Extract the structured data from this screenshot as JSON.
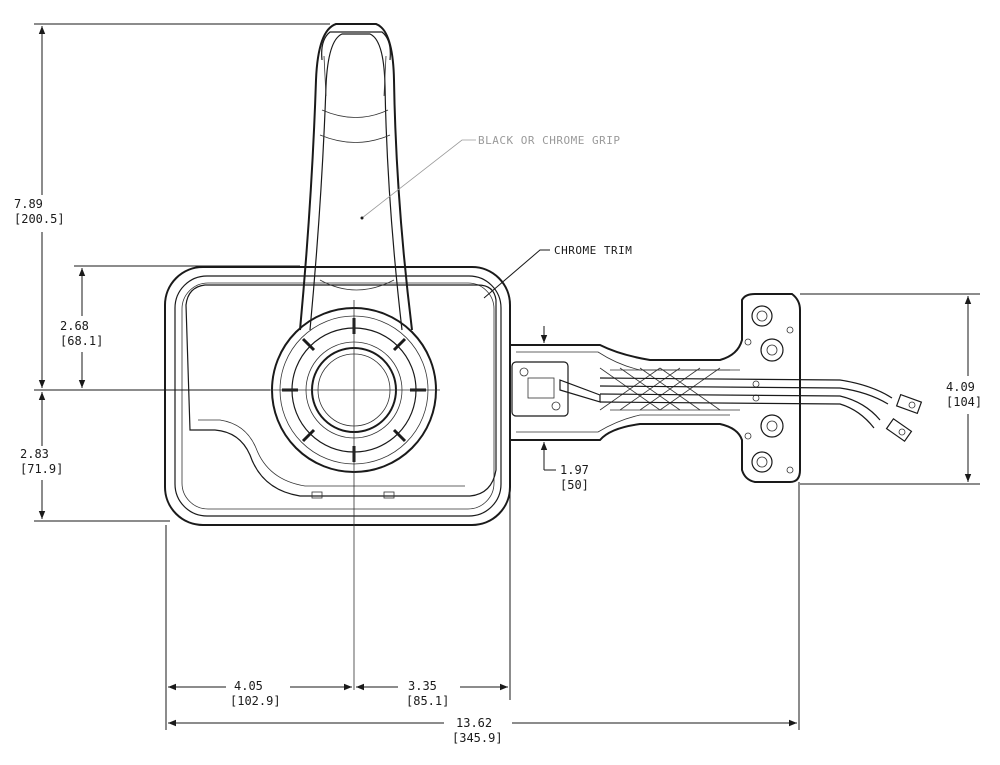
{
  "notes": {
    "grip": "BLACK OR CHROME GRIP",
    "trim": "CHROME TRIM"
  },
  "dimensions": {
    "overall_height": {
      "in": "7.89",
      "mm": "[200.5]"
    },
    "upper_half": {
      "in": "2.68",
      "mm": "[68.1]"
    },
    "lower_half": {
      "in": "2.83",
      "mm": "[71.9]"
    },
    "mount_height": {
      "in": "4.09",
      "mm": "[104]"
    },
    "bracket_thickness": {
      "in": "1.97",
      "mm": "[50]"
    },
    "left_to_center": {
      "in": "4.05",
      "mm": "[102.9]"
    },
    "center_to_housing": {
      "in": "3.35",
      "mm": "[85.1]"
    },
    "overall_width": {
      "in": "13.62",
      "mm": "[345.9]"
    }
  },
  "colors": {
    "line": "#1a1a1a",
    "leader_gray": "#9a9a9a",
    "background": "#ffffff"
  }
}
